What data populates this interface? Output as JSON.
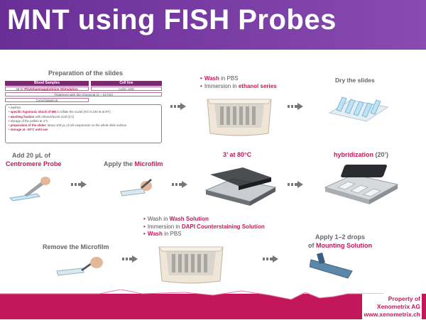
{
  "title": "MNT using FISH Probes",
  "prep": {
    "heading": "Preparation of the slides",
    "col1_header": "Blood Samples",
    "col2_header": "Cell line",
    "col1_cell_prefix": "48-hr",
    "col1_cell_highlight": "Phytohaemagglutinine Stimulation",
    "col2_cell": "cyclic cells",
    "treatment": "Treatment with the Chemical",
    "treatment_suffix": "(3 – 24 hrs)",
    "cytochalasin": "Cytochalasin B",
    "list": [
      {
        "bold": "",
        "text": "washes"
      },
      {
        "bold": "specific hypotonic shock of MN",
        "text": " to inflate the nuclei (KCl 0,105 M at RT)"
      },
      {
        "bold": "washing fixation",
        "text": " with ethanol/acetic acid (3:1)"
      },
      {
        "bold": "",
        "text": "storage of the pellets at 4°C"
      },
      {
        "bold": "preparation of the slides",
        "text": ": about 100 µL of cell suspension on the whole slide surface"
      },
      {
        "bold": "storage at −20°C until use",
        "text": ""
      }
    ]
  },
  "step_wash_pbs": {
    "line1_prefix": "",
    "line1_accent": "Wash",
    "line1_rest": " in PBS",
    "line2_prefix": "Immersion in ",
    "line2_accent": "ethanol series"
  },
  "step_dry": "Dry the slides",
  "step_add": {
    "line1": "Add 20 µL of",
    "line2": "Centromere Probe"
  },
  "step_microfilm": {
    "prefix": "Apply the ",
    "accent": "Microfilm"
  },
  "step_heat": "3’ at 80°C",
  "step_hyb": {
    "accent": "hybridization",
    "rest": " (20’)"
  },
  "step_remove": "Remove the Microfilm",
  "step_wash2": {
    "l1_prefix": "Wash in ",
    "l1_accent": "Wash Solution",
    "l2_prefix": "Immersion in ",
    "l2_accent": "DAPI Counterstaining Solution",
    "l3_accent": "Wash",
    "l3_rest": " in PBS"
  },
  "step_mount": {
    "line1": "Apply 1–2 drops",
    "line2_prefix": "of ",
    "line2_accent": "Mounting Solution"
  },
  "footer": {
    "line1": "Property of",
    "line2": "Xenometrix AG",
    "line3": "www.xenometrix.ch"
  },
  "colors": {
    "title_bar": "#6f3a9c",
    "accent": "#c2185b",
    "footer_wave": "#c2185b"
  }
}
